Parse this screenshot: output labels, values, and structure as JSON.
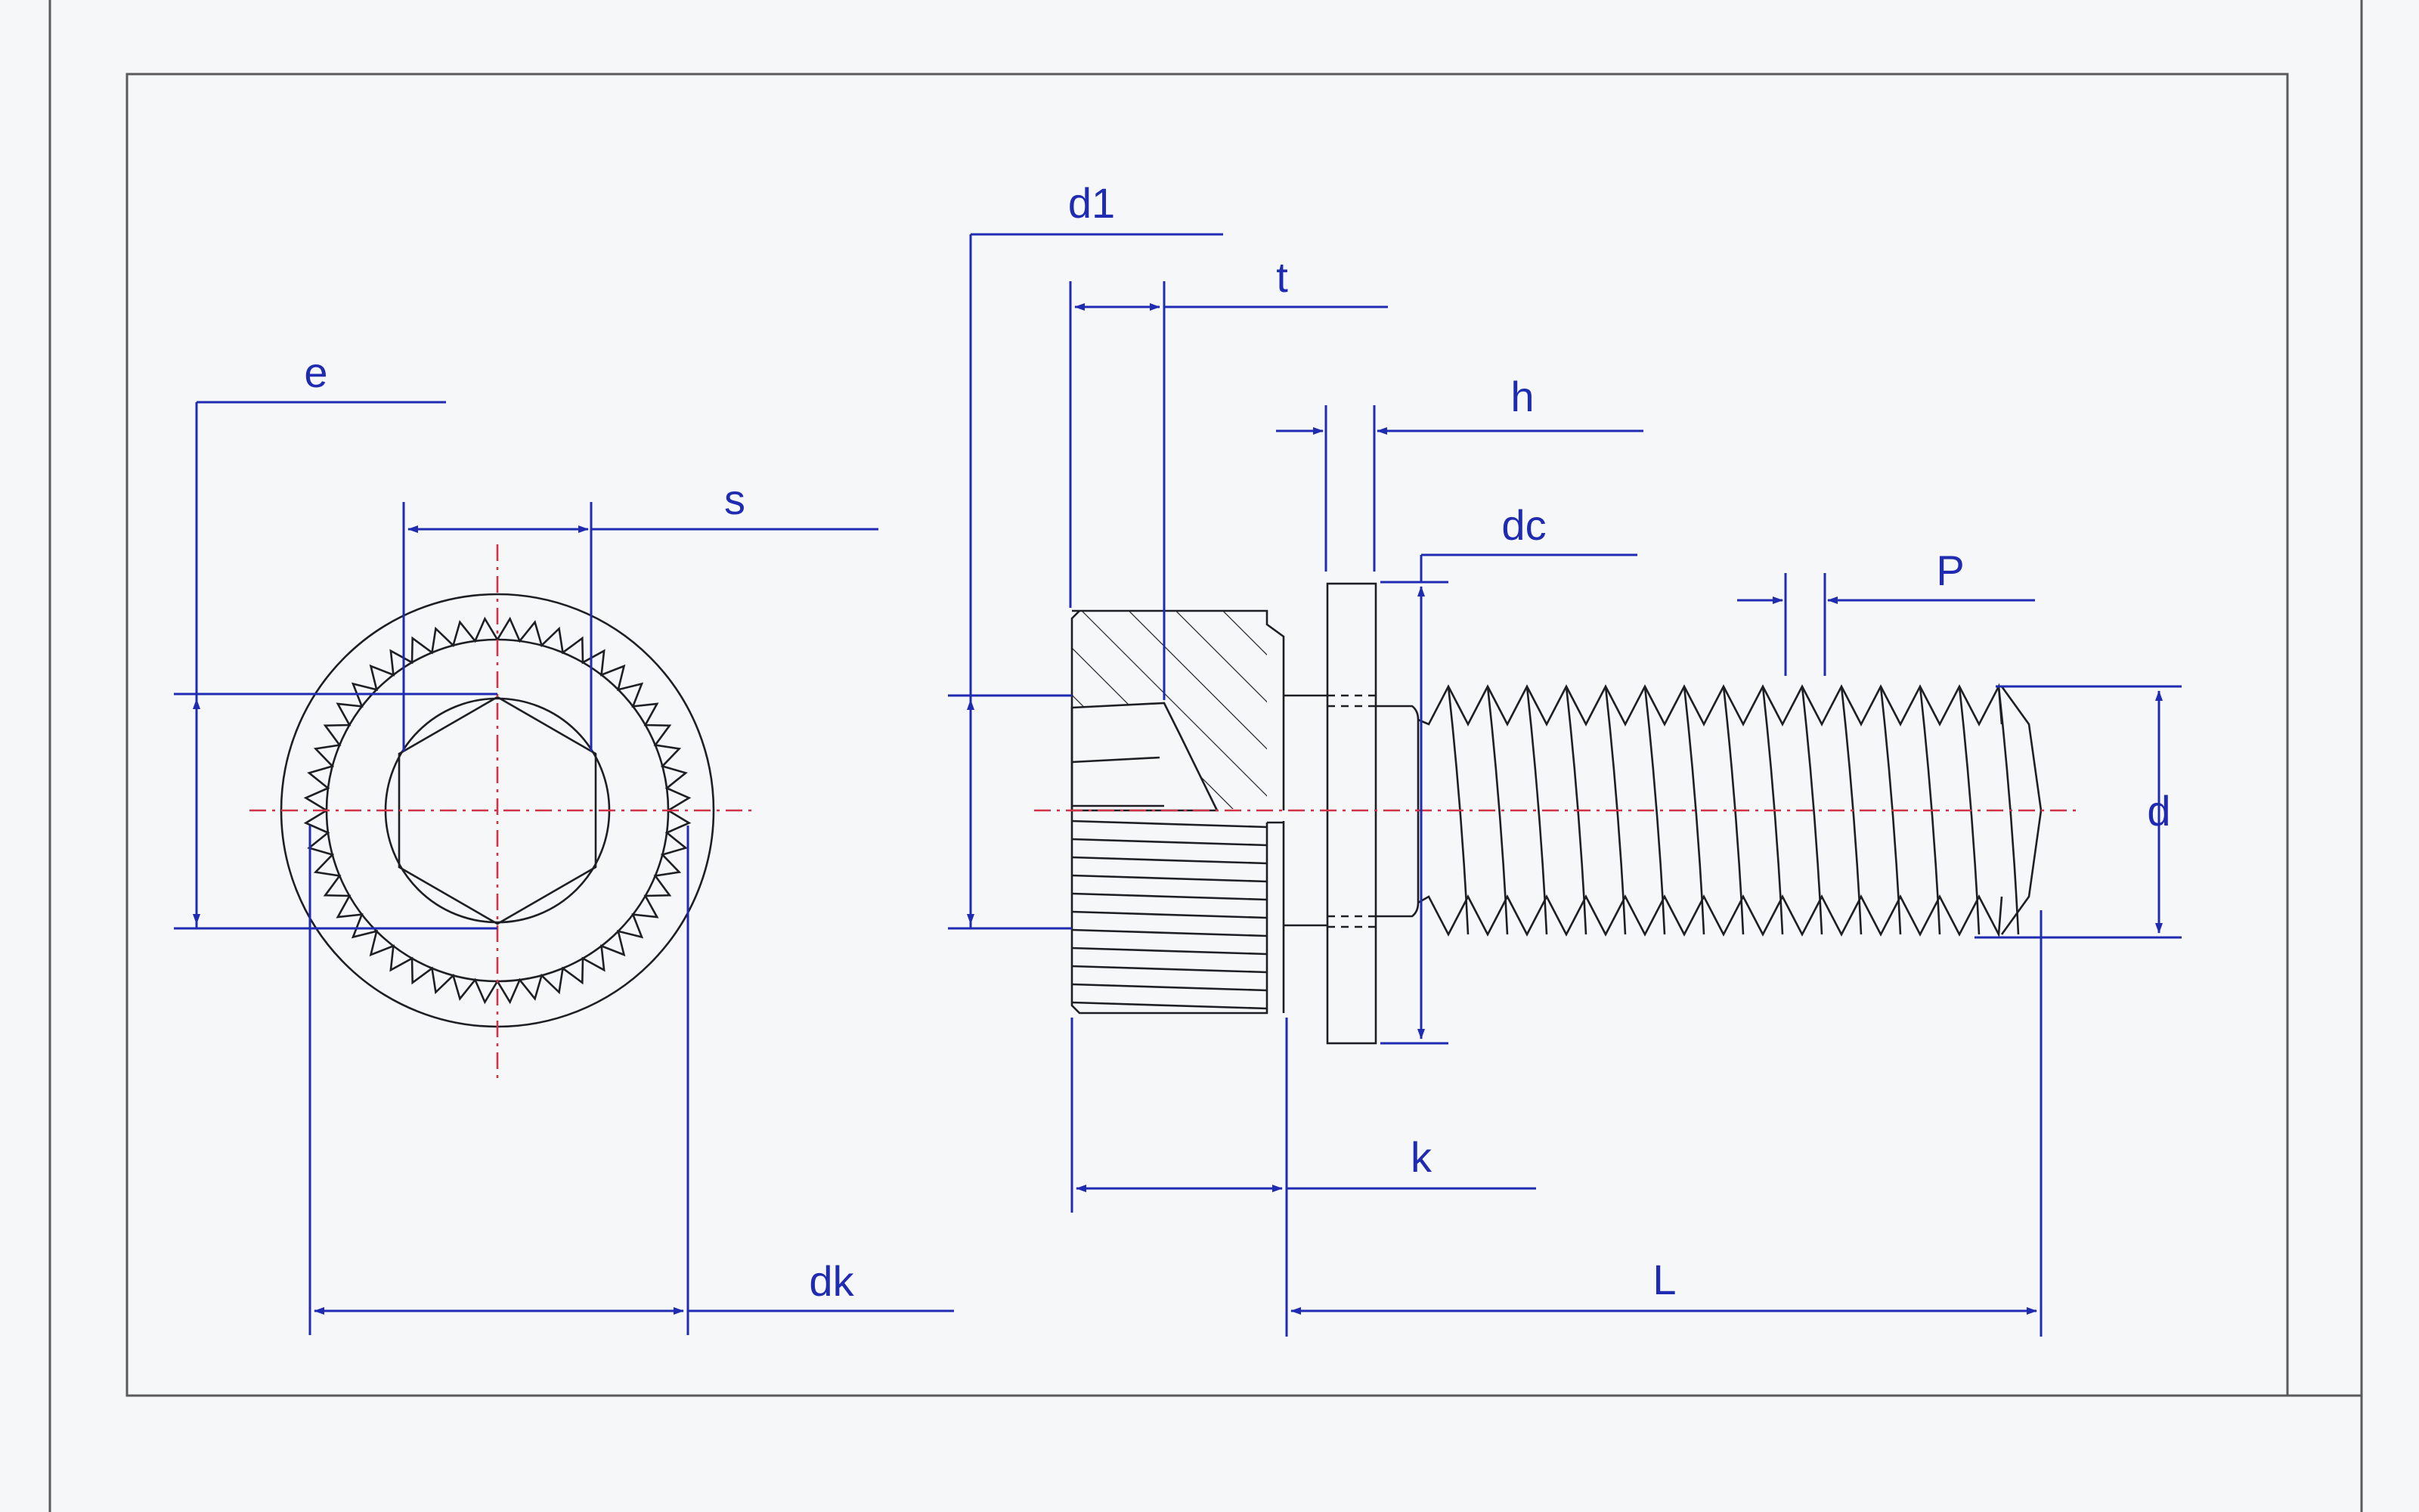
{
  "colors": {
    "background": "#f6f7f9",
    "object_line": "#1e1e24",
    "dimension_line": "#1f2bb0",
    "center_line": "#d03446",
    "frame_line": "#5a5a5a"
  },
  "labels": {
    "e": "e",
    "s": "s",
    "dk": "dk",
    "d1": "d1",
    "t": "t",
    "h": "h",
    "dc": "dc",
    "P": "P",
    "d": "d",
    "k": "k",
    "L": "L"
  }
}
